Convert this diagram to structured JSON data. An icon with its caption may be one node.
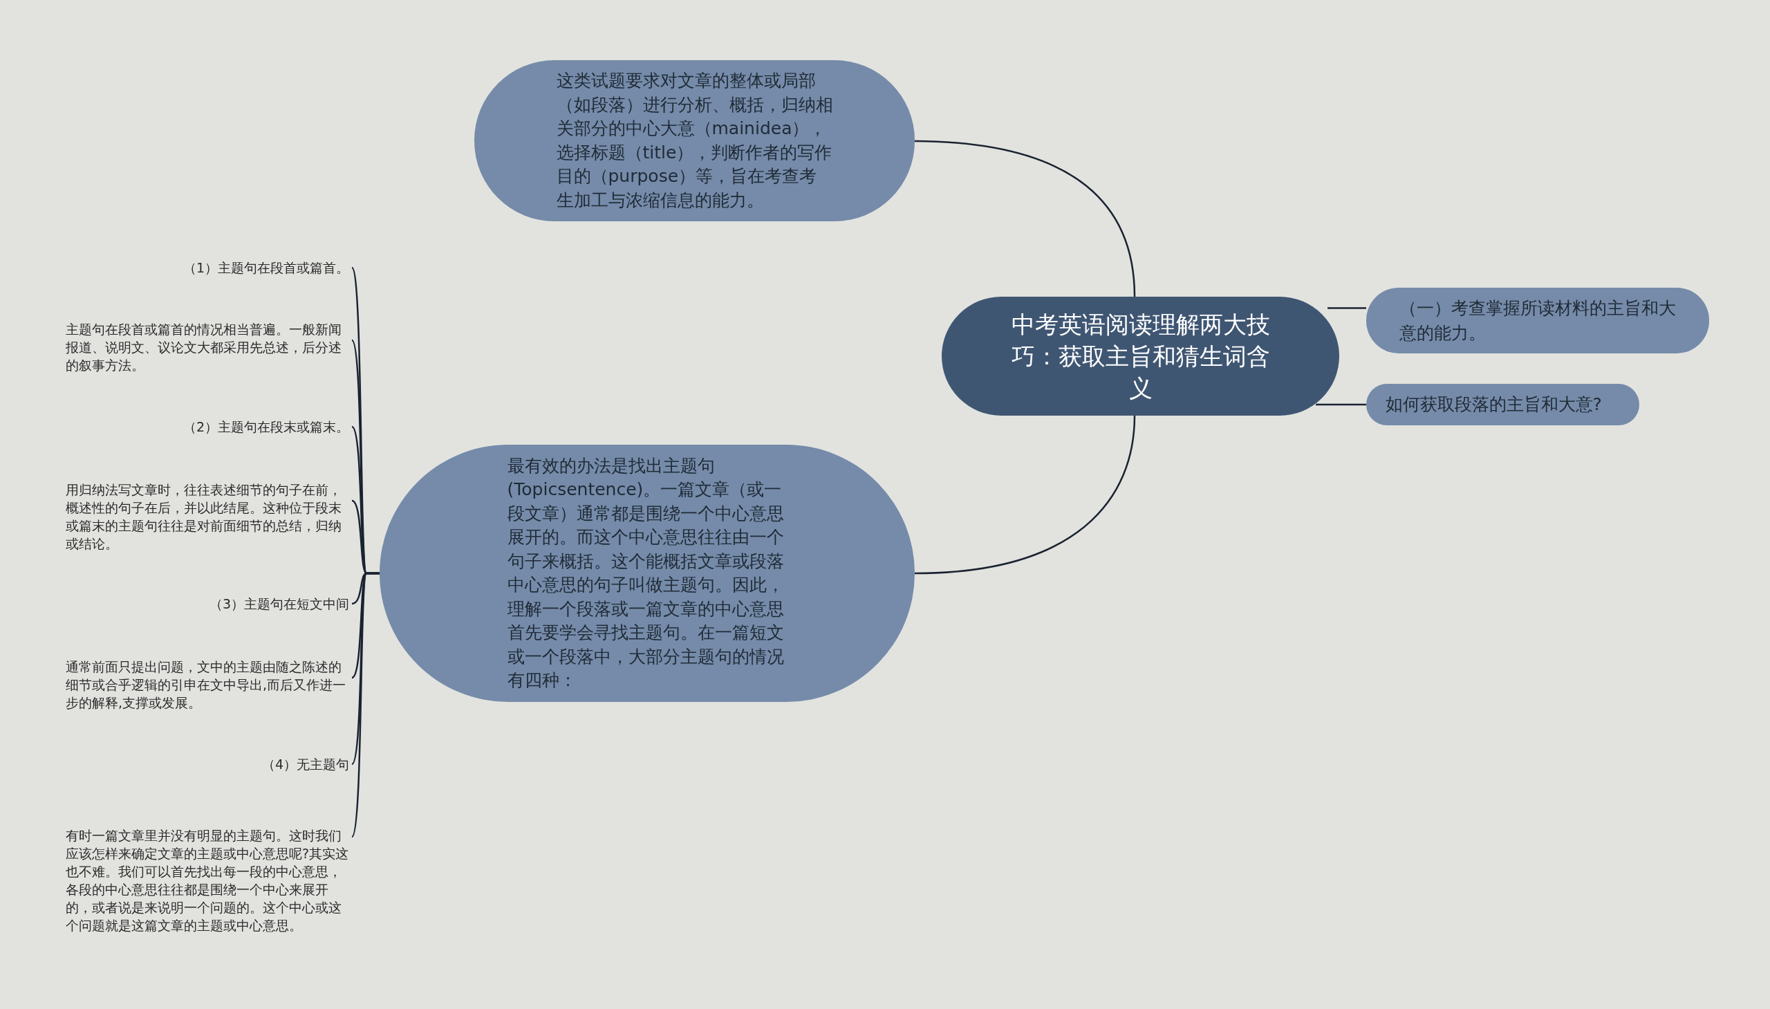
{
  "diagram": {
    "nodes": [
      {
        "text": [
          "中考英语阅读理解两大技巧：获取主旨和猜生词含义"
        ]
      },
      {
        "text": [
          "（一）考查掌握所读材料的主旨和大意的能力。"
        ]
      },
      {
        "text": [
          "如何获取段落的主旨和大意?"
        ]
      },
      {
        "text": [
          "这类试题要求对文章的整体或局部（如段落）进行分析、概括，归纳相关部分的中心大意（mainidea），选择标题（title），判断作者的写作目的（purpose）等，旨在考查考生加工与浓缩信息的能力。"
        ]
      },
      {
        "text": [
          "最有效的办法是找出主题句(Topicsentence)。一篇文章（或一段文章）通常都是围绕一个中心意思展开的。而这个中心意思往往由一个句子来概括。这个能概括文章或段落中心意思的句子叫做主题句。因此，理解一个段落或一篇文章的中心意思首先要学会寻找主题句。在一篇短文或一个段落中，大部分主题句的情况有四种："
        ]
      },
      {
        "text": [
          "（1）主题句在段首或篇首。"
        ]
      },
      {
        "text": [
          "主题句在段首或篇首的情况相当普遍。一般新闻报道、说明文、议论文大都采用先总述，后分述的叙事方法。"
        ]
      },
      {
        "text": [
          "（2）主题句在段末或篇末。"
        ]
      },
      {
        "text": [
          "用归纳法写文章时，往往表述细节的句子在前，概述性的句子在后，并以此结尾。这种位于段末或篇末的主题句往往是对前面细节的总结，归纳或结论。"
        ]
      },
      {
        "text": [
          "（3）主题句在短文中间"
        ]
      },
      {
        "text": [
          "通常前面只提出问题，文中的主题由随之陈述的细节或合乎逻辑的引申在文中导出,而后又作进一步的解释,支撑或发展。"
        ]
      },
      {
        "text": [
          "（4）无主题句"
        ]
      },
      {
        "text": [
          "有时一篇文章里并没有明显的主题句。这时我们应该怎样来确定文章的主题或中心意思呢?其实这也不难。我们可以首先找出每一段的中心意思，各段的中心意思往往都是围绕一个中心来展开的，或者说是来说明一个问题的。这个中心或这个问题就是这篇文章的主题或中心意思。"
        ]
      }
    ],
    "edges": [
      {
        "from": 0,
        "to": 1,
        "arrow": "none"
      },
      {
        "from": 0,
        "to": 2,
        "arrow": "none"
      },
      {
        "from": 0,
        "to": 3,
        "arrow": "none"
      },
      {
        "from": 0,
        "to": 4,
        "arrow": "none"
      },
      {
        "from": 4,
        "to": 5,
        "arrow": "none"
      },
      {
        "from": 4,
        "to": 6,
        "arrow": "none"
      },
      {
        "from": 4,
        "to": 7,
        "arrow": "none"
      },
      {
        "from": 4,
        "to": 8,
        "arrow": "none"
      },
      {
        "from": 4,
        "to": 9,
        "arrow": "none"
      },
      {
        "from": 4,
        "to": 10,
        "arrow": "none"
      },
      {
        "from": 4,
        "to": 11,
        "arrow": "none"
      },
      {
        "from": 4,
        "to": 12,
        "arrow": "none"
      }
    ]
  }
}
